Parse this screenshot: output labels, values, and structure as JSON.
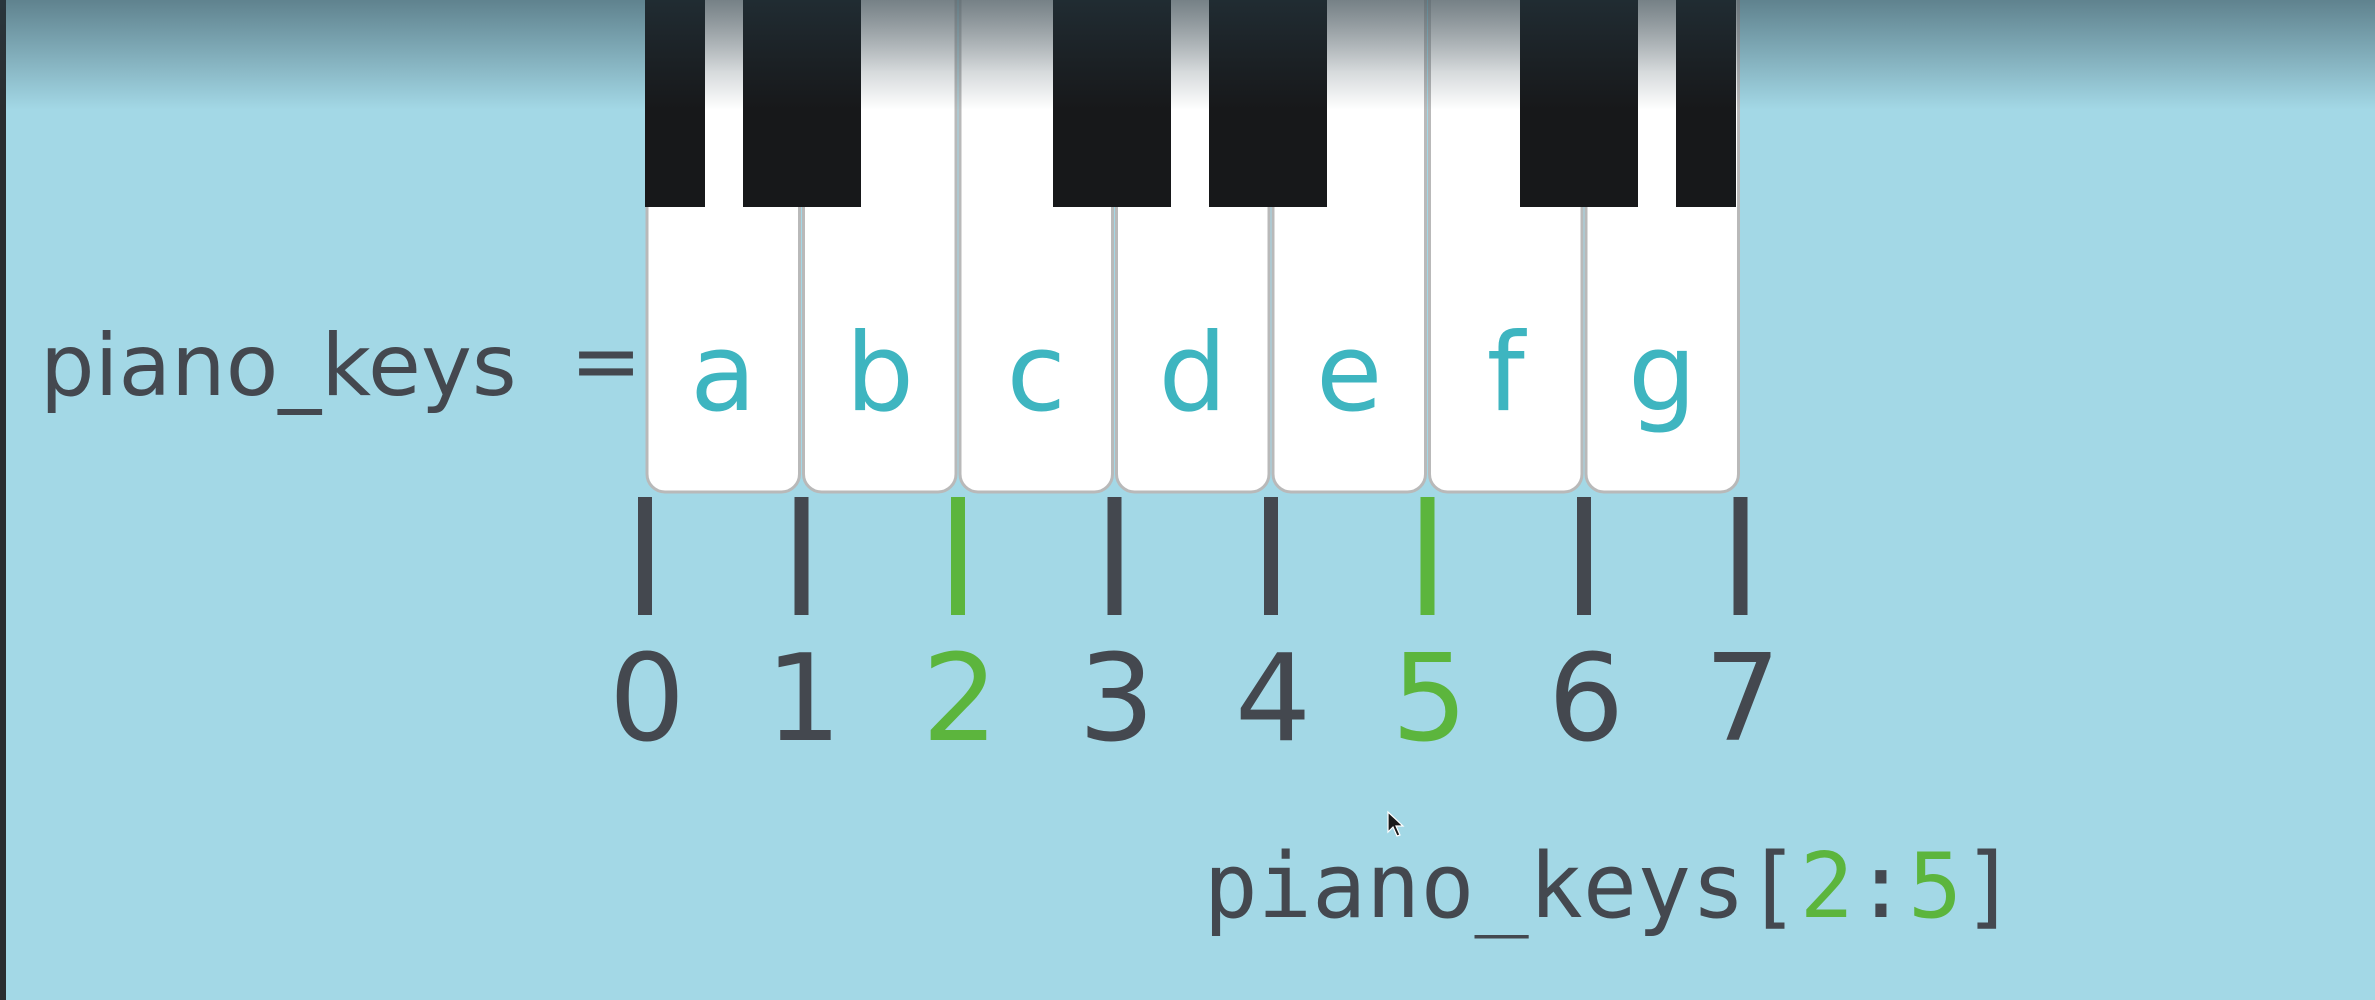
{
  "assignment": {
    "variable": "piano_keys",
    "operator": "="
  },
  "keys": [
    "a",
    "b",
    "c",
    "d",
    "e",
    "f",
    "g"
  ],
  "indices": [
    "0",
    "1",
    "2",
    "3",
    "4",
    "5",
    "6",
    "7"
  ],
  "highlighted_indices": [
    2,
    5
  ],
  "slice_expression": {
    "variable": "piano_keys",
    "open_bracket": "[",
    "start": "2",
    "colon": ":",
    "stop": "5",
    "close_bracket": "]"
  },
  "colors": {
    "background": "#a3d8e6",
    "key_letter": "#3eb5c0",
    "text_dark": "#44484f",
    "highlight": "#5cb53d",
    "black_key": "#17181a",
    "white_key": "#ffffff"
  }
}
